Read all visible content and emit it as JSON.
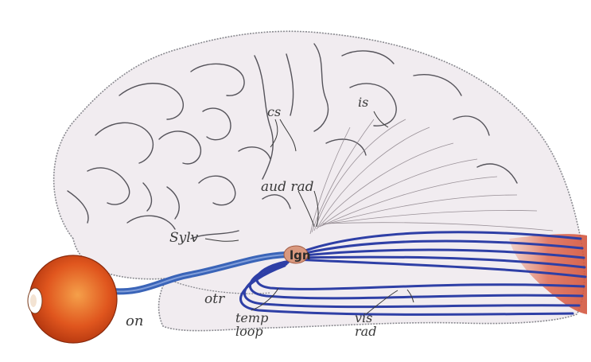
{
  "figure": {
    "labels": {
      "cs": "cs",
      "is": "is",
      "aud_rad": "aud rad",
      "sylv": "Sylv",
      "lgn": "lgn",
      "otr": "otr",
      "on": "on",
      "temp": "temp",
      "loop": "loop",
      "vis": "vis",
      "rad": "rad"
    },
    "colors": {
      "brain_fill": "#f1ecf0",
      "brain_outline": "#8a8a90",
      "sulci": "#4a4a50",
      "optic_tract": "#3a64b8",
      "optic_radiation": "#2e3fa6",
      "visual_cortex": "#e0705a",
      "lgn_node": "#d9987e",
      "eye": "#e0561e",
      "auditory_fibers": "#7a7078"
    },
    "icons": [
      "eye-icon",
      "brain-icon"
    ]
  }
}
